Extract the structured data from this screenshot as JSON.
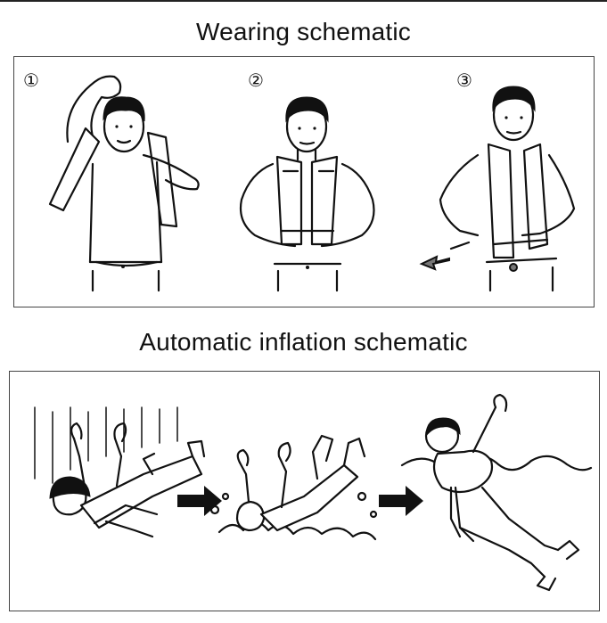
{
  "titles": {
    "wearing": "Wearing schematic",
    "inflation": "Automatic inflation schematic"
  },
  "steps": [
    "①",
    "②",
    "③"
  ],
  "icons": {
    "arrow": "arrow-right-icon",
    "pull": "arrow-left-icon"
  }
}
